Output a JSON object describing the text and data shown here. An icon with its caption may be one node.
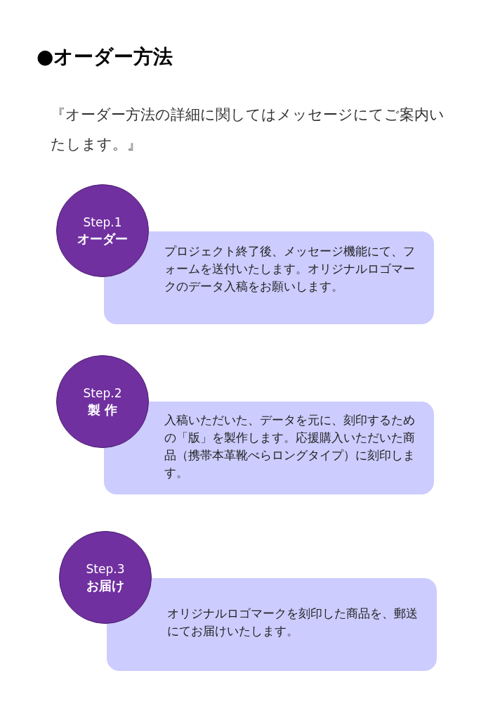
{
  "diagram": {
    "title": "●オーダー方法",
    "nodes": [
      {
        "text": [
          "Step.1",
          "オーダー"
        ]
      },
      {
        "text": [
          "プロジェクト終了後、メッセージ機能にて、フォームを送付いたします。オリジナルロゴマークのデータ入稿をお願いします。"
        ]
      },
      {
        "text": [
          "Step.2",
          "製 作"
        ]
      },
      {
        "text": [
          "入稿いただいた、データを元に、刻印するための「版」を製作します。応援購入いただいた商品（携帯本革靴べらロングタイプ）に刻印します。"
        ]
      },
      {
        "text": [
          "Step.3",
          "お届け"
        ]
      },
      {
        "text": [
          "オリジナルロゴマークを刻印した商品を、郵送にてお届けいたします。"
        ]
      }
    ],
    "edges": [],
    "labels": [
      "『オーダー方法の詳細に関してはメッセージにてご案内いたします。』"
    ]
  }
}
